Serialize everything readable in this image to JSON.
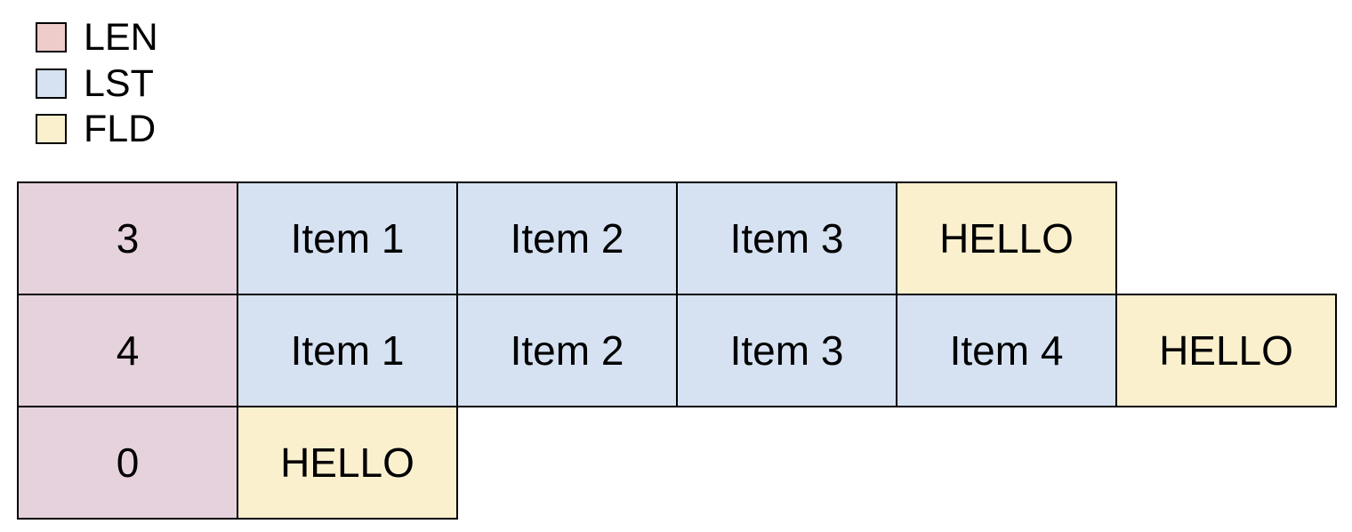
{
  "colors": {
    "legend_len_swatch": "#eeccc9",
    "len_cell": "#e6d2dc",
    "lst_cell": "#d6e2f2",
    "fld_cell": "#faf0ce",
    "border": "#000000",
    "text": "#000000",
    "background": "#ffffff"
  },
  "legend": {
    "items": [
      {
        "id": "len",
        "label": "LEN",
        "color": "#eeccc9"
      },
      {
        "id": "lst",
        "label": "LST",
        "color": "#d6e2f2"
      },
      {
        "id": "fld",
        "label": "FLD",
        "color": "#faf0ce"
      }
    ]
  },
  "diagram": {
    "rows": [
      {
        "length": "3",
        "items": [
          "Item 1",
          "Item 2",
          "Item 3"
        ],
        "field": "HELLO"
      },
      {
        "length": "4",
        "items": [
          "Item 1",
          "Item 2",
          "Item 3",
          "Item 4"
        ],
        "field": "HELLO"
      },
      {
        "length": "0",
        "items": [],
        "field": "HELLO"
      }
    ]
  }
}
